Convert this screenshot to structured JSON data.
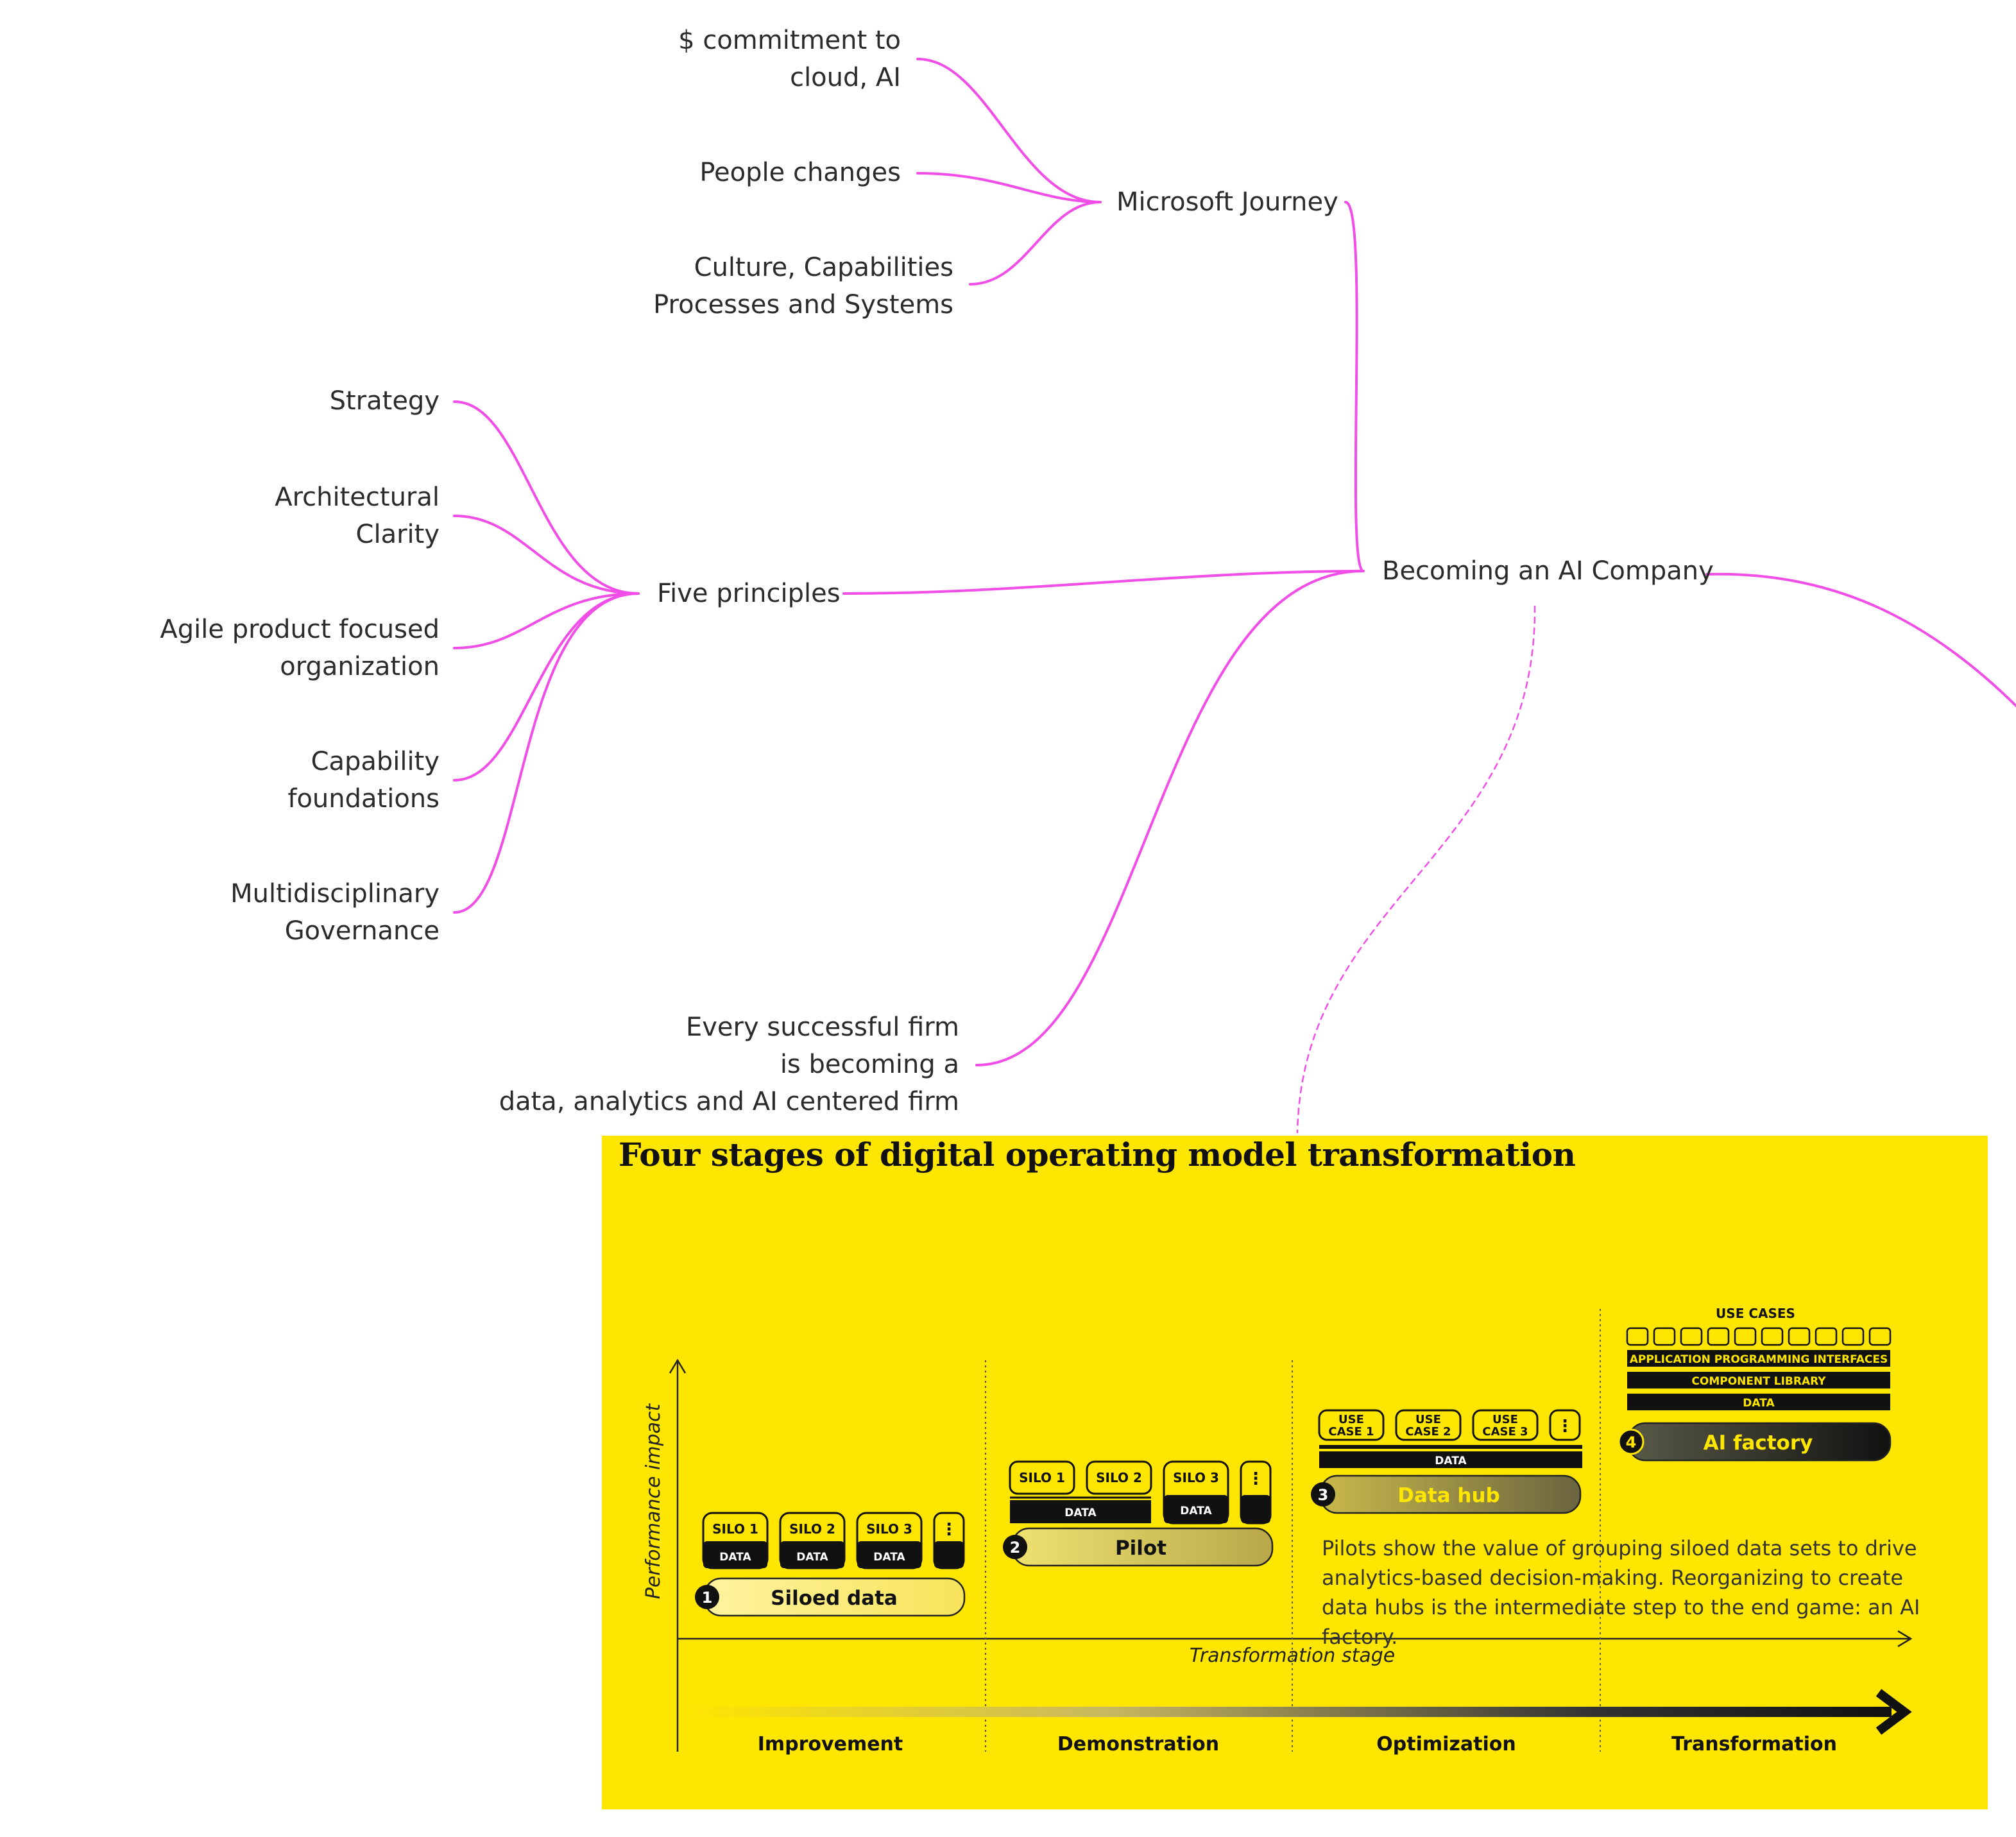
{
  "mindmap": {
    "root": "Becoming an AI Company",
    "microsoft_journey": {
      "label": "Microsoft Journey",
      "children": [
        [
          "$ commitment to",
          "cloud, AI"
        ],
        [
          "People changes"
        ],
        [
          "Culture, Capabilities",
          "Processes and Systems"
        ]
      ]
    },
    "five_principles": {
      "label": "Five principles",
      "children": [
        [
          "Strategy"
        ],
        [
          "Architectural",
          "Clarity"
        ],
        [
          "Agile product focused",
          "organization"
        ],
        [
          "Capability",
          "foundations"
        ],
        [
          "Multidisciplinary",
          "Governance"
        ]
      ]
    },
    "every_firm": [
      "Every successful firm",
      "is becoming a",
      "data, analytics and AI centered firm"
    ],
    "link_color": "#f04ee6"
  },
  "infographic": {
    "title": "Four stages of digital operating model transformation",
    "background": "#ffe600",
    "y_axis": "Performance impact",
    "x_axis": "Transformation stage",
    "stages": [
      {
        "number": "1",
        "name": "Siloed data",
        "phase": "Improvement"
      },
      {
        "number": "2",
        "name": "Pilot",
        "phase": "Demonstration"
      },
      {
        "number": "3",
        "name": "Data hub",
        "phase": "Optimization"
      },
      {
        "number": "4",
        "name": "AI factory",
        "phase": "Transformation"
      }
    ],
    "silos": [
      "SILO 1",
      "SILO 2",
      "SILO 3"
    ],
    "data_label": "DATA",
    "use_cases": [
      [
        "USE",
        "CASE 1"
      ],
      [
        "USE",
        "CASE 2"
      ],
      [
        "USE",
        "CASE 3"
      ]
    ],
    "use_cases_heading": "USE CASES",
    "ai_layers": [
      "APPLICATION PROGRAMMING INTERFACES",
      "COMPONENT LIBRARY",
      "DATA"
    ],
    "more_glyph": "⋮",
    "description": "Pilots show the value of grouping siloed data sets to drive analytics-based decision-making. Reorganizing to create data hubs is the intermediate step to the end game: an AI factory."
  }
}
